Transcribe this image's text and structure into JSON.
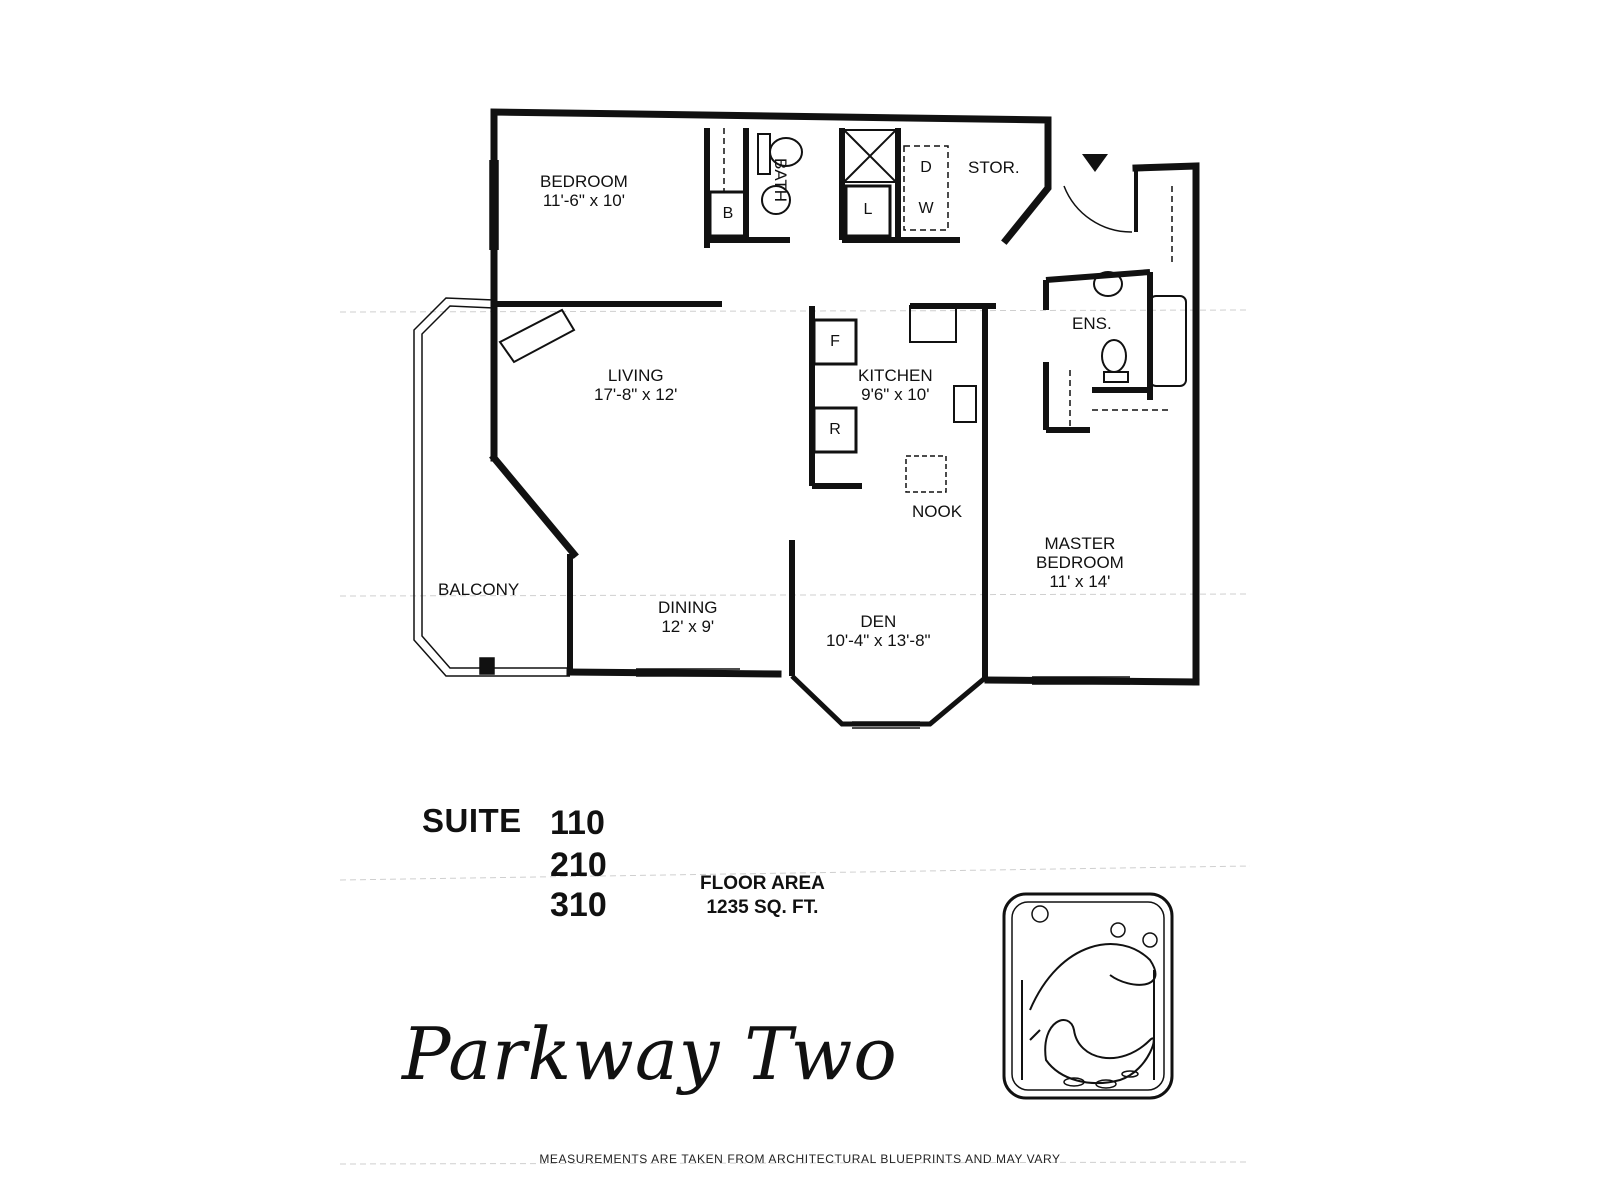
{
  "rooms": {
    "bedroom": {
      "name": "BEDROOM",
      "size": "11'-6\" x 10'"
    },
    "bath": {
      "name": "BATH"
    },
    "storage": {
      "name": "STOR."
    },
    "living": {
      "name": "LIVING",
      "size": "17'-8\" x 12'"
    },
    "kitchen": {
      "name": "KITCHEN",
      "size": "9'6\" x 10'"
    },
    "ensuite": {
      "name": "ENS."
    },
    "nook": {
      "name": "NOOK"
    },
    "master_bedroom": {
      "name_line1": "MASTER",
      "name_line2": "BEDROOM",
      "size": "11' x 14'"
    },
    "balcony": {
      "name": "BALCONY"
    },
    "dining": {
      "name": "DINING",
      "size": "12' x 9'"
    },
    "den": {
      "name": "DEN",
      "size": "10'-4\" x 13'-8\""
    }
  },
  "appliances": {
    "b": "B",
    "l": "L",
    "d": "D",
    "w": "W",
    "f": "F",
    "r": "R"
  },
  "suite": {
    "label": "SUITE",
    "numbers": [
      "110",
      "210",
      "310"
    ]
  },
  "floor_area": {
    "label": "FLOOR AREA",
    "value": "1235 SQ. FT."
  },
  "brand": "Parkway Two",
  "logo": {
    "icon": "swan-logo-icon"
  },
  "disclaimer": "MEASUREMENTS ARE TAKEN FROM ARCHITECTURAL BLUEPRINTS AND MAY VARY"
}
